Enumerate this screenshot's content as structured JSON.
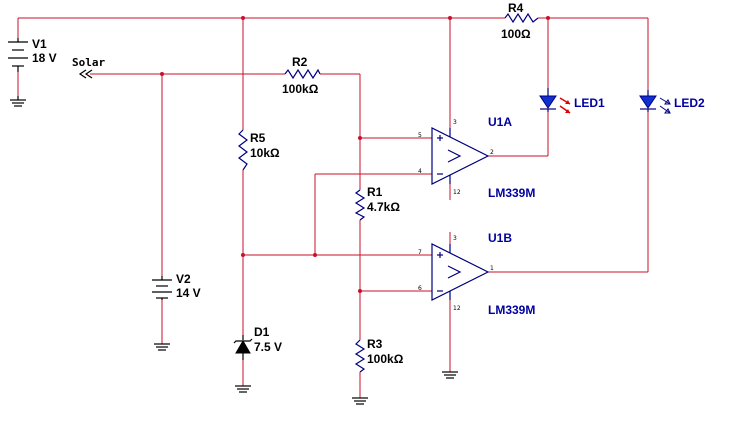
{
  "colors": {
    "wire": "#c8102e",
    "component": "#000080",
    "label_blue": "#0000a0",
    "led1_rays": "#e00000",
    "led2_rays": "#000080"
  },
  "components": {
    "V1": {
      "name": "V1",
      "value": "18 V"
    },
    "V2": {
      "name": "V2",
      "value": "14 V"
    },
    "R1": {
      "name": "R1",
      "value": "4.7kΩ"
    },
    "R2": {
      "name": "R2",
      "value": "100kΩ"
    },
    "R3": {
      "name": "R3",
      "value": "100kΩ"
    },
    "R4": {
      "name": "R4",
      "value": "100Ω"
    },
    "R5": {
      "name": "R5",
      "value": "10kΩ"
    },
    "D1": {
      "name": "D1",
      "value": "7.5 V"
    },
    "LED1": {
      "name": "LED1"
    },
    "LED2": {
      "name": "LED2"
    },
    "U1A": {
      "name": "U1A",
      "part": "LM339M",
      "pins": {
        "vplus": "3",
        "in_plus": "5",
        "in_minus": "4",
        "out": "2",
        "gnd": "12"
      }
    },
    "U1B": {
      "name": "U1B",
      "part": "LM339M",
      "pins": {
        "vplus": "3",
        "in_plus": "7",
        "in_minus": "6",
        "out": "1",
        "gnd": "12"
      }
    }
  },
  "nets": {
    "solar": "Solar"
  }
}
